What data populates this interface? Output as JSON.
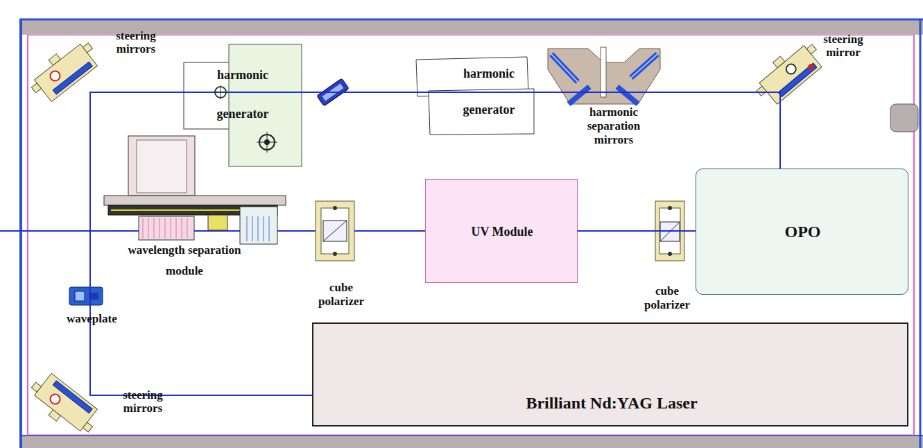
{
  "diagram": {
    "nodes": [
      {
        "text": [
          "harmonic generator"
        ]
      },
      {
        "text": [
          "harmonic generator"
        ]
      },
      {
        "text": [
          "UV Module"
        ]
      },
      {
        "text": [
          "OPO"
        ]
      },
      {
        "text": [
          "Brilliant Nd:YAG Laser"
        ]
      }
    ],
    "edges": [
      {
        "from": 4,
        "to": 0,
        "arrow": "none"
      },
      {
        "from": 0,
        "to": 1,
        "arrow": "none"
      },
      {
        "from": 1,
        "to": 3,
        "arrow": "none"
      },
      {
        "from": 3,
        "to": 2,
        "arrow": "none"
      }
    ],
    "labels": [
      "steering mirrors",
      "steering mirror",
      "harmonic separation mirrors",
      "wavelength separation module",
      "cube polarizer",
      "cube polarizer",
      "waveplate",
      "steering mirrors"
    ]
  }
}
